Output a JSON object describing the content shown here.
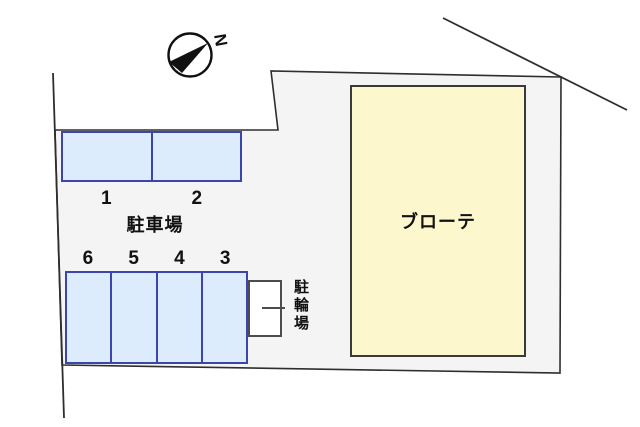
{
  "compass": {
    "north_label": "N"
  },
  "building": {
    "name": "ブローテ"
  },
  "parking": {
    "area_label": "駐車場",
    "top_row_spaces": [
      "1",
      "2"
    ],
    "bottom_row_spaces": [
      "6",
      "5",
      "4",
      "3"
    ]
  },
  "bicycle_parking": {
    "label": "駐輪場"
  },
  "colors": {
    "site_fill": "#f4f4f4",
    "boundary_stroke": "#2e2e2e",
    "parking_fill": "#dcecfd",
    "parking_border": "#3c44ae",
    "building_fill": "#fcf7cd",
    "building_border": "#3a3a3a",
    "bike_border": "#4c4c4c",
    "text_color": "#111111"
  }
}
